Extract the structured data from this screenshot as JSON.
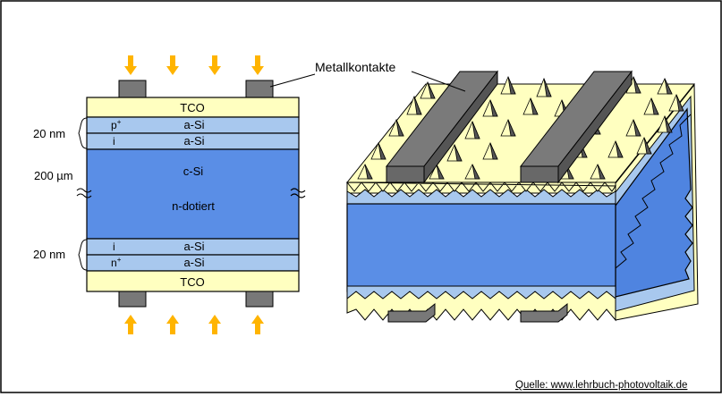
{
  "left": {
    "layers": {
      "tco_top": "TCO",
      "p_label": "p",
      "p_sup": "+",
      "a_si_p": "a-Si",
      "i_top_label": "i",
      "a_si_i_top": "a-Si",
      "c_si": "c-Si",
      "n_doped": "n-dotiert",
      "i_bottom_label": "i",
      "a_si_i_bottom": "a-Si",
      "n_label": "n",
      "n_sup": "+",
      "a_si_n": "a-Si",
      "tco_bottom": "TCO"
    },
    "dimensions": {
      "top_thickness": "20 nm",
      "wafer_thickness": "200 µm",
      "bottom_thickness": "20 nm"
    }
  },
  "right": {
    "contacts_label": "Metallkontakte"
  },
  "source": "Quelle: www.lehrbuch-photovoltaik.de",
  "colors": {
    "tco": "#ffffc0",
    "a_si": "#a8c8ee",
    "c_si": "#5a8ee6",
    "contact": "#787878",
    "arrow": "#ffb400",
    "border": "#000000"
  }
}
